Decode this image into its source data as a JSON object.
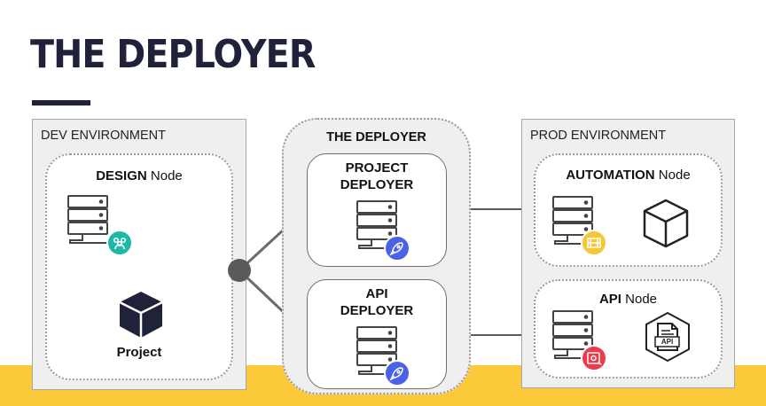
{
  "title": "THE DEPLOYER",
  "dev_env": {
    "label": "DEV ENVIRONMENT",
    "design_node": {
      "name_bold": "DESIGN",
      "name_rest": "Node"
    },
    "project_label": "Project"
  },
  "deployer_group": {
    "label": "THE DEPLOYER",
    "project_deployer": {
      "line1": "PROJECT",
      "line2": "DEPLOYER"
    },
    "api_deployer": {
      "line1": "API",
      "line2": "DEPLOYER"
    }
  },
  "prod_env": {
    "label": "PROD ENVIRONMENT",
    "automation_node": {
      "name_bold": "AUTOMATION",
      "name_rest": "Node"
    },
    "api_node": {
      "name_bold": "API",
      "name_rest": "Node"
    },
    "api_badge_text": "API"
  },
  "colors": {
    "title": "#20223a",
    "accent_band": "#fcc93a",
    "design_badge": "#1fb8a7",
    "deployer_badge": "#4a63e6",
    "automation_badge": "#f7c535",
    "api_badge": "#f0394a"
  },
  "icons": [
    "server-icon",
    "people-icon",
    "cube-icon",
    "rocket-icon",
    "film-icon",
    "settings-icon",
    "api-doc-icon"
  ]
}
